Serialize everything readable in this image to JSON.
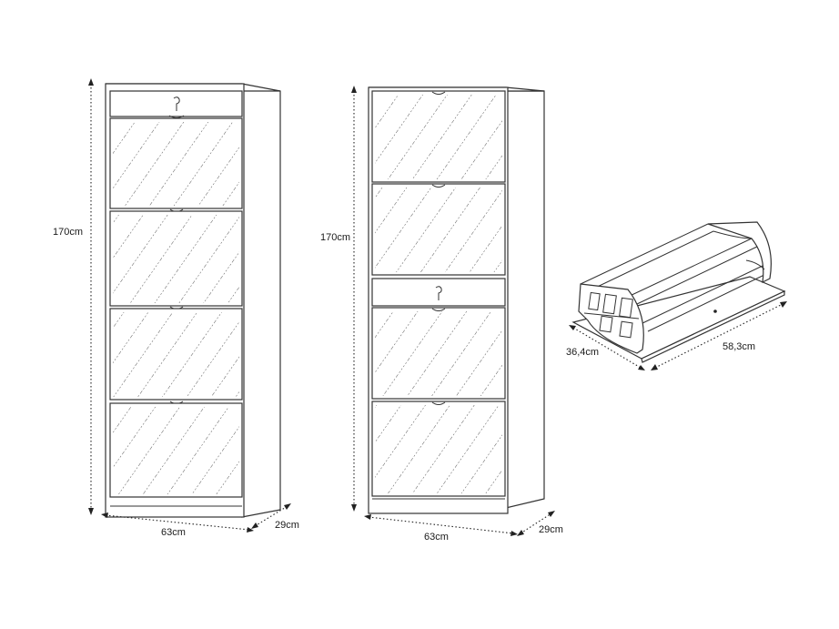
{
  "cabinet_left": {
    "height_label": "170cm",
    "width_label": "63cm",
    "depth_label": "29cm"
  },
  "cabinet_right": {
    "height_label": "170cm",
    "width_label": "63cm",
    "depth_label": "29cm"
  },
  "shoe_rack": {
    "depth_label": "36,4cm",
    "width_label": "58,3cm"
  }
}
